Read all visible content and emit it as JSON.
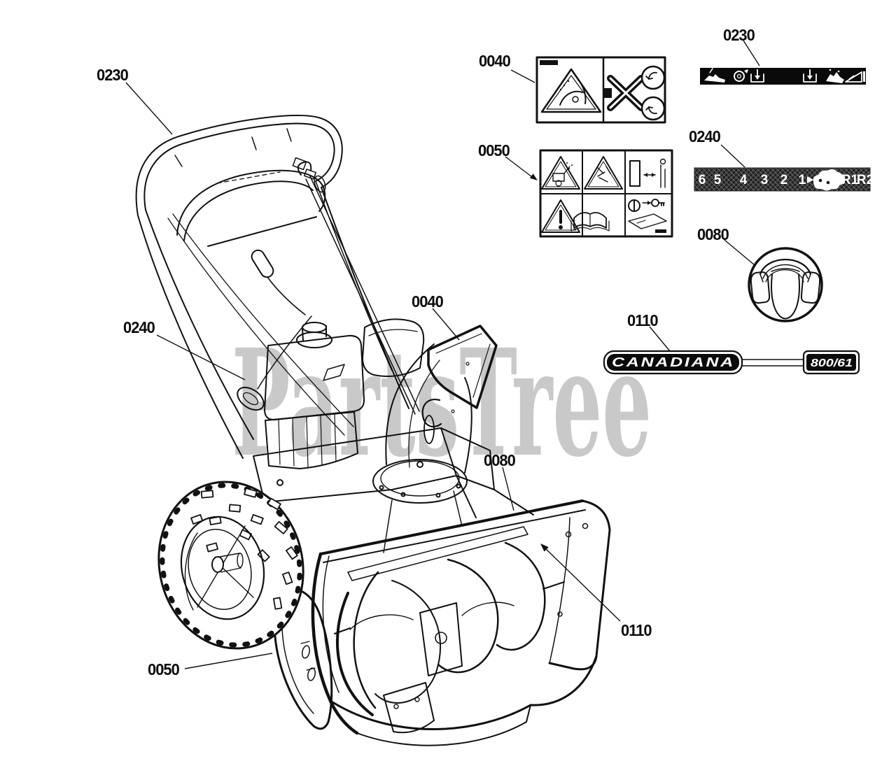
{
  "watermark": {
    "text": "PartsTree",
    "color": "#c9c9c9"
  },
  "line_color": "#111111",
  "callouts": {
    "machine": [
      "0230",
      "0240",
      "0050",
      "0040",
      "0080",
      "0110"
    ],
    "decal_labels": [
      "0040",
      "0050",
      "0230",
      "0240",
      "0080",
      "0110"
    ]
  },
  "decals": {
    "danger": {
      "part": "0040"
    },
    "safety_grid": {
      "part": "0050"
    },
    "control_icons": {
      "part": "0230",
      "bg": "#0a0a0a"
    },
    "shift_pattern": {
      "part": "0240",
      "gears": [
        "6",
        "5",
        "4",
        "3",
        "2",
        "1"
      ],
      "reverse": [
        "R1",
        "R2"
      ]
    },
    "hearing_protection": {
      "part": "0080"
    },
    "brand": {
      "part": "0110",
      "name": "CANADIANA",
      "model": "800/61",
      "bg": "#0a0a0a"
    }
  }
}
